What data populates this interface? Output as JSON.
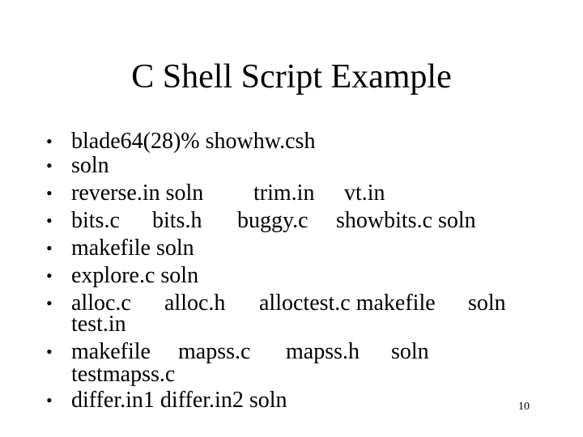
{
  "slide": {
    "title": "C Shell Script Example",
    "page_number": "10",
    "bullet_glyph": "•",
    "lines": [
      {
        "segments": [
          "blade64(28)% showhw.csh"
        ]
      },
      {
        "segments": [
          "soln"
        ]
      },
      {
        "segments": [
          "reverse.in soln",
          "trim.in",
          "vt.in"
        ]
      },
      {
        "segments": [
          "bits.c",
          "bits.h",
          "buggy.c",
          "showbits.c soln"
        ]
      },
      {
        "segments": [
          "makefile soln"
        ]
      },
      {
        "segments": [
          "explore.c soln"
        ]
      },
      {
        "segments": [
          "alloc.c",
          "alloc.h",
          "alloctest.c makefile",
          "soln"
        ],
        "continuation": "test.in"
      },
      {
        "segments": [
          "makefile",
          "mapss.c",
          "mapss.h",
          "soln"
        ],
        "continuation": "testmapss.c"
      },
      {
        "segments": [
          "differ.in1 differ.in2 soln"
        ]
      }
    ]
  }
}
